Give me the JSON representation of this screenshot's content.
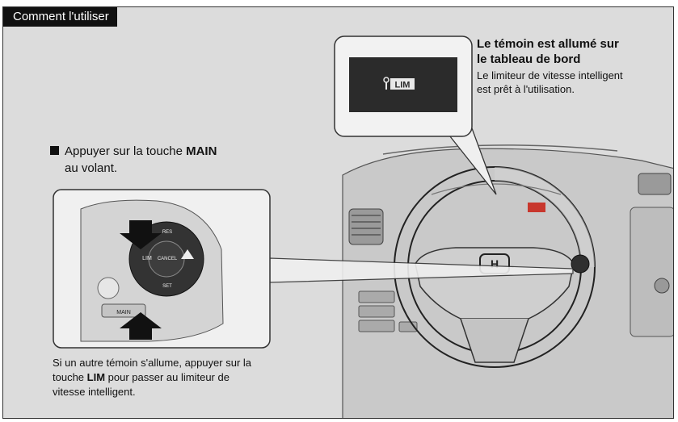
{
  "section_tag": "Comment l'utiliser",
  "callout_right": {
    "heading_line1": "Le témoin est allumé sur",
    "heading_line2": "le tableau de bord",
    "body_line1": "Le limiteur de vitesse intelligent",
    "body_line2": "est prêt à l'utilisation."
  },
  "indicator": {
    "label": "LIM"
  },
  "instruction": {
    "line1_prefix": "Appuyer sur la touche ",
    "line1_key": "MAIN",
    "line2": "au volant."
  },
  "caption": {
    "line1": "Si un autre témoin s'allume, appuyer sur la",
    "line2_prefix": "touche ",
    "line2_key": "LIM",
    "line2_suffix": " pour passer au limiteur de",
    "line3": "vitesse intelligent."
  },
  "switch_labels": {
    "lim": "LIM",
    "cancel": "CANCEL",
    "res": "RES",
    "set": "SET",
    "main": "MAIN"
  },
  "colors": {
    "panel_bg": "#dcdcdc",
    "display_bg": "#2b2b2b",
    "indicator_red": "#c8372d",
    "tag_bg": "#111111"
  }
}
